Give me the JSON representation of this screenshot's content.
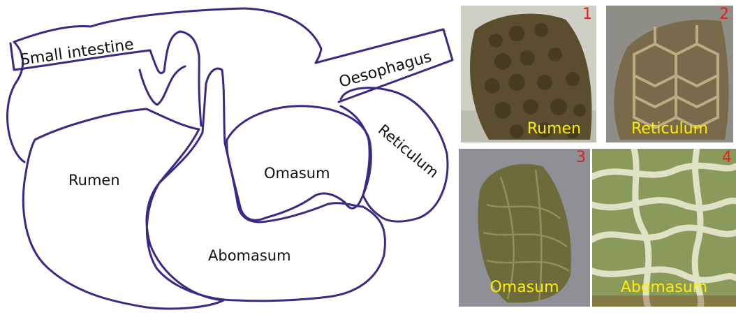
{
  "diagram": {
    "stroke_color": "#3a2a86",
    "labels": {
      "small_intestine": "Small intestine",
      "oesophagus": "Oesophagus",
      "reticulum": "Reticulum",
      "rumen": "Rumen",
      "omasum": "Omasum",
      "abomasum": "Abomasum"
    }
  },
  "photos": [
    {
      "number": "1",
      "caption": "Rumen",
      "texture": "papillae",
      "base_color": "#5a4e2e"
    },
    {
      "number": "2",
      "caption": "Reticulum",
      "texture": "honeycomb",
      "base_color": "#7a6a4c"
    },
    {
      "number": "3",
      "caption": "Omasum",
      "texture": "leaves",
      "base_color": "#6d6a3c"
    },
    {
      "number": "4",
      "caption": "Abomasum",
      "texture": "folds",
      "base_color": "#8a9a5a"
    }
  ],
  "colors": {
    "number": "#e02020",
    "caption": "#ffee00"
  }
}
